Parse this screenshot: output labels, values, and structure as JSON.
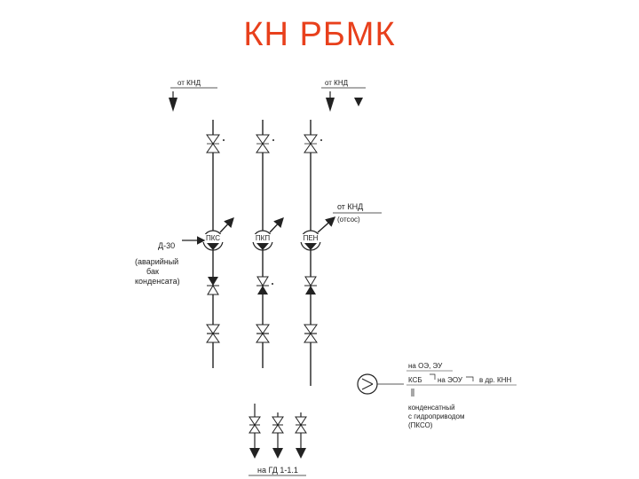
{
  "title": "КН РБМК",
  "colors": {
    "title": "#e8401c",
    "line": "#222222"
  },
  "labels": {
    "top_left": "от КНД",
    "top_right": "от КНД",
    "pump_left": "ПКС",
    "pump_mid": "ПКП",
    "pump_right": "ПЕН",
    "from_knd": "от КНД",
    "reserve": "(отсос)",
    "left_line1": "Д-30",
    "left_line2": "(аварийный",
    "left_line3": "бак",
    "left_line4": "конденсата)",
    "legend_line1": "на ОЭ, ЭУ",
    "legend_line2a": "КСБ",
    "legend_line2b": "на ЭОУ",
    "legend_line2c": "в др. КНН",
    "legend_line3": "конденсатный",
    "legend_line4": "с гидроприводом",
    "legend_line5": "(ПКСО)",
    "bottom": "на ГД 1-1.1"
  },
  "icons": [
    "valve-icon",
    "pump-icon",
    "check-valve-icon",
    "arrow-down-icon",
    "motor-symbol-icon"
  ]
}
